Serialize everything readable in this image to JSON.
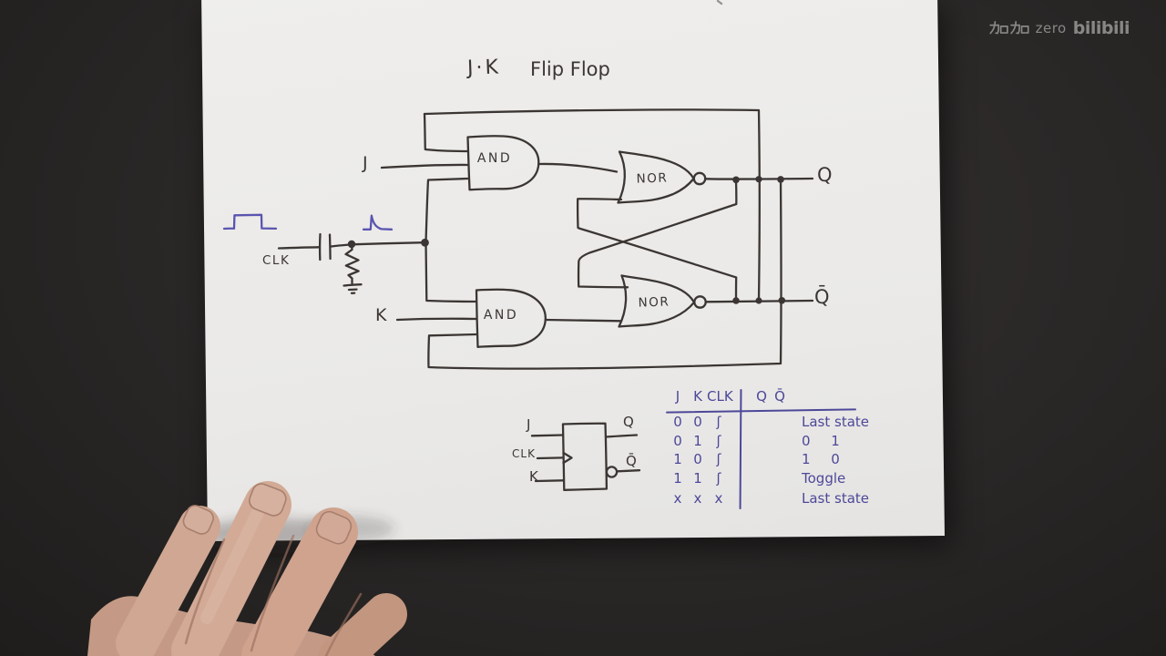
{
  "watermark": {
    "cjk": "加加",
    "zero": "zero",
    "logo": "bilibili"
  },
  "title": {
    "left": "J·K",
    "right": "Flip Flop"
  },
  "circuit": {
    "inputs": {
      "j": "J",
      "clk": "CLK",
      "k": "K"
    },
    "outputs": {
      "q": "Q",
      "qbar": "Q̄"
    },
    "gates": {
      "and_top": "AND",
      "nor_top": "NOR",
      "and_bottom": "AND",
      "nor_bottom": "NOR"
    }
  },
  "symbol": {
    "j": "J",
    "clk": "CLK",
    "k": "K",
    "q": "Q",
    "qbar": "Q̄"
  },
  "truth_table": {
    "headers": {
      "j": "J",
      "k": "K",
      "clk": "CLK",
      "q": "Q",
      "qbar": "Q̄"
    },
    "rows": [
      {
        "j": "0",
        "k": "0",
        "clk": "ʃ",
        "res1": "Last state",
        "res2": ""
      },
      {
        "j": "0",
        "k": "1",
        "clk": "ʃ",
        "res1": "0",
        "res2": "1"
      },
      {
        "j": "1",
        "k": "0",
        "clk": "ʃ",
        "res1": "1",
        "res2": "0"
      },
      {
        "j": "1",
        "k": "1",
        "clk": "ʃ",
        "res1": "Toggle",
        "res2": ""
      },
      {
        "j": "x",
        "k": "x",
        "clk": "x",
        "res1": "Last state",
        "res2": ""
      }
    ]
  },
  "colors": {
    "paper": "#eae9e7",
    "background": "#292726",
    "ink": "#3b3633",
    "blue_ink": "#4d4899",
    "waveform_blue": "#5a54b0",
    "skin": "#cfa792",
    "watermark_gray": "#9a9896"
  }
}
